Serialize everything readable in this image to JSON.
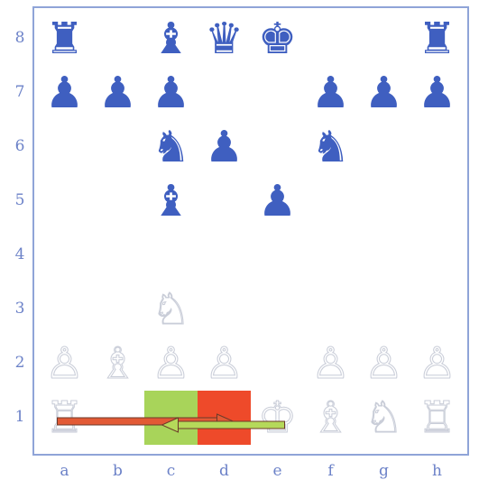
{
  "ranks": [
    "8",
    "7",
    "6",
    "5",
    "4",
    "3",
    "2",
    "1"
  ],
  "files": [
    "a",
    "b",
    "c",
    "d",
    "e",
    "f",
    "g",
    "h"
  ],
  "highlights": [
    {
      "square": "c1",
      "color": "#a8d45a"
    },
    {
      "square": "d1",
      "color": "#ee4a2a"
    }
  ],
  "pieces": [
    {
      "square": "a8",
      "glyph": "♜",
      "side": "black",
      "name": "black-rook-icon"
    },
    {
      "square": "c8",
      "glyph": "♝",
      "side": "black",
      "name": "black-bishop-icon"
    },
    {
      "square": "d8",
      "glyph": "♛",
      "side": "black",
      "name": "black-queen-icon"
    },
    {
      "square": "e8",
      "glyph": "♚",
      "side": "black",
      "name": "black-king-icon"
    },
    {
      "square": "h8",
      "glyph": "♜",
      "side": "black",
      "name": "black-rook-icon"
    },
    {
      "square": "a7",
      "glyph": "♟",
      "side": "black",
      "name": "black-pawn-icon"
    },
    {
      "square": "b7",
      "glyph": "♟",
      "side": "black",
      "name": "black-pawn-icon"
    },
    {
      "square": "c7",
      "glyph": "♟",
      "side": "black",
      "name": "black-pawn-icon"
    },
    {
      "square": "f7",
      "glyph": "♟",
      "side": "black",
      "name": "black-pawn-icon"
    },
    {
      "square": "g7",
      "glyph": "♟",
      "side": "black",
      "name": "black-pawn-icon"
    },
    {
      "square": "h7",
      "glyph": "♟",
      "side": "black",
      "name": "black-pawn-icon"
    },
    {
      "square": "c6",
      "glyph": "♞",
      "side": "black",
      "name": "black-knight-icon"
    },
    {
      "square": "d6",
      "glyph": "♟",
      "side": "black",
      "name": "black-pawn-icon"
    },
    {
      "square": "f6",
      "glyph": "♞",
      "side": "black",
      "name": "black-knight-icon"
    },
    {
      "square": "c5",
      "glyph": "♝",
      "side": "black",
      "name": "black-bishop-icon"
    },
    {
      "square": "e5",
      "glyph": "♟",
      "side": "black",
      "name": "black-pawn-icon"
    },
    {
      "square": "c3",
      "glyph": "♘",
      "side": "white",
      "name": "white-knight-icon"
    },
    {
      "square": "a2",
      "glyph": "♙",
      "side": "white",
      "name": "white-pawn-icon"
    },
    {
      "square": "b2",
      "glyph": "♗",
      "side": "white",
      "name": "white-bishop-icon"
    },
    {
      "square": "c2",
      "glyph": "♙",
      "side": "white",
      "name": "white-pawn-icon"
    },
    {
      "square": "d2",
      "glyph": "♙",
      "side": "white",
      "name": "white-pawn-icon"
    },
    {
      "square": "f2",
      "glyph": "♙",
      "side": "white",
      "name": "white-pawn-icon"
    },
    {
      "square": "g2",
      "glyph": "♙",
      "side": "white",
      "name": "white-pawn-icon"
    },
    {
      "square": "h2",
      "glyph": "♙",
      "side": "white",
      "name": "white-pawn-icon"
    },
    {
      "square": "a1",
      "glyph": "♖",
      "side": "white",
      "name": "white-rook-icon"
    },
    {
      "square": "e1",
      "glyph": "♔",
      "side": "white",
      "name": "white-king-icon"
    },
    {
      "square": "f1",
      "glyph": "♗",
      "side": "white",
      "name": "white-bishop-icon"
    },
    {
      "square": "g1",
      "glyph": "♘",
      "side": "white",
      "name": "white-knight-icon"
    },
    {
      "square": "h1",
      "glyph": "♖",
      "side": "white",
      "name": "white-rook-icon"
    }
  ],
  "arrows": [
    {
      "from": "a1",
      "to": "d1",
      "color": "#e25a35",
      "name": "rook-castling-arrow"
    },
    {
      "from": "e1",
      "to": "c1",
      "color": "#b5d95a",
      "name": "king-castling-arrow"
    }
  ]
}
